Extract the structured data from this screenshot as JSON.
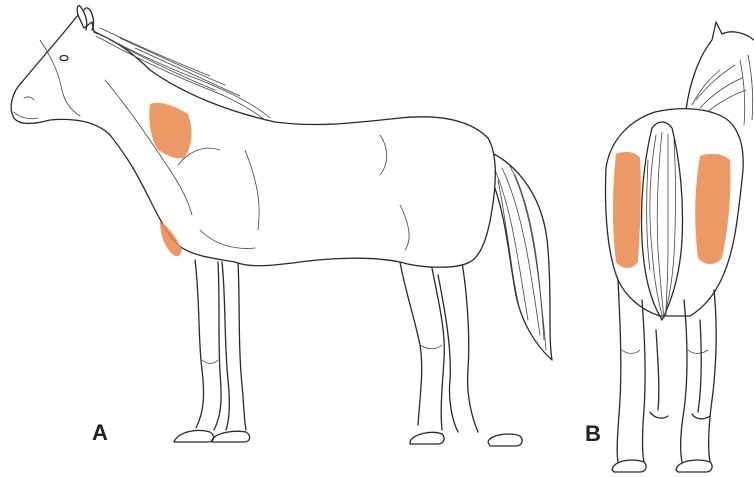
{
  "panels": [
    {
      "id": "A",
      "label": "A",
      "view": "lateral"
    },
    {
      "id": "B",
      "label": "B",
      "view": "caudal"
    }
  ],
  "colors": {
    "highlight": "#e9874e",
    "outline": "#2a2a2a",
    "background": "#ffffff"
  }
}
